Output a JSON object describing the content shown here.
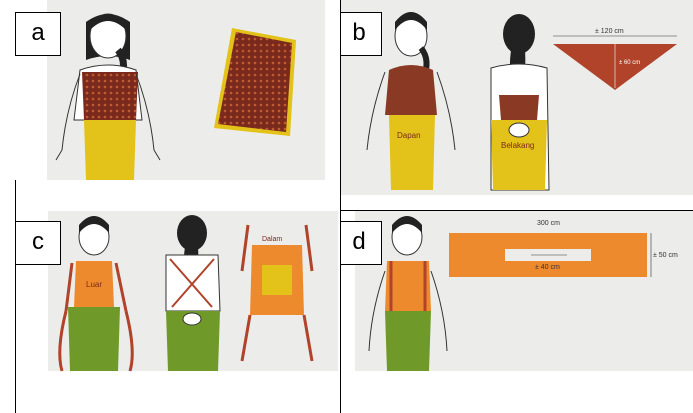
{
  "panels": [
    {
      "letter": "a"
    },
    {
      "letter": "b",
      "labels": {
        "front": "Dapan",
        "back": "Belakang",
        "width": "± 120 cm",
        "depth": "± 60 cm"
      }
    },
    {
      "letter": "c",
      "labels": {
        "front_piece": "Luar",
        "inner_piece": "Dalam"
      }
    },
    {
      "letter": "d",
      "labels": {
        "length": "300 cm",
        "gap": "± 40 cm",
        "width": "± 50 cm"
      }
    }
  ],
  "colors": {
    "batik": "#7a2a1c",
    "yellow": "#e3c21a",
    "green": "#6f9a2a",
    "orange": "#ee8a2e",
    "rust": "#b0432a"
  }
}
